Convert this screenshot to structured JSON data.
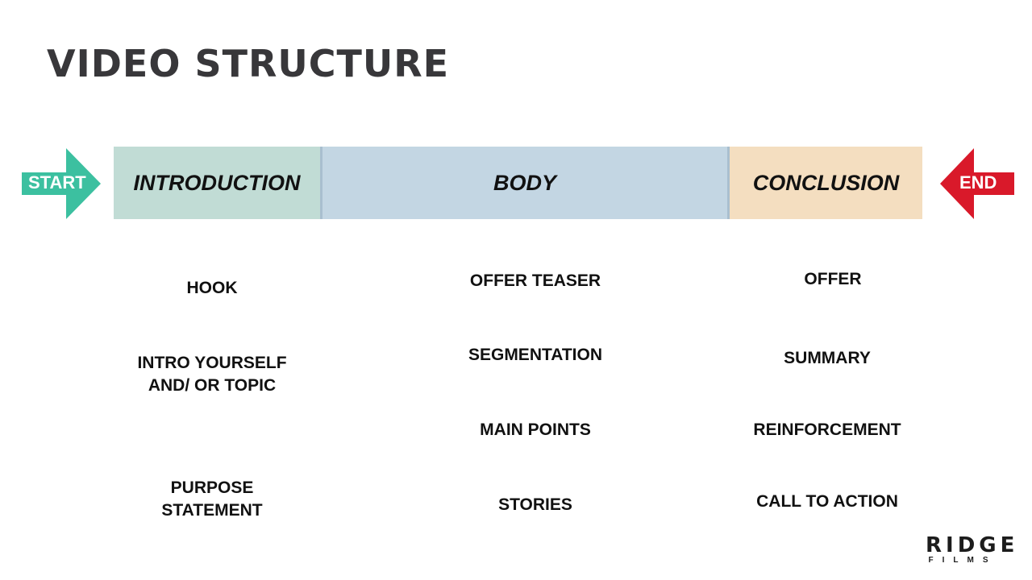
{
  "title": "VIDEO STRUCTURE",
  "start_label": "START",
  "end_label": "END",
  "colors": {
    "start": "#3cc0a0",
    "end": "#d9192a",
    "intro": "#c1dcd5",
    "body": "#c3d6e3",
    "conclusion": "#f4dec0"
  },
  "sections": {
    "intro": {
      "label": "INTRODUCTION",
      "items": [
        "HOOK",
        "INTRO YOURSELF AND/ OR TOPIC",
        "PURPOSE STATEMENT"
      ]
    },
    "body": {
      "label": "BODY",
      "items": [
        "OFFER TEASER",
        "SEGMENTATION",
        "MAIN POINTS",
        "STORIES"
      ]
    },
    "conclusion": {
      "label": "CONCLUSION",
      "items": [
        "OFFER",
        "SUMMARY",
        "REINFORCEMENT",
        "CALL TO ACTION"
      ]
    }
  },
  "logo": {
    "top": "RIDGE",
    "bottom": "FILMS"
  }
}
